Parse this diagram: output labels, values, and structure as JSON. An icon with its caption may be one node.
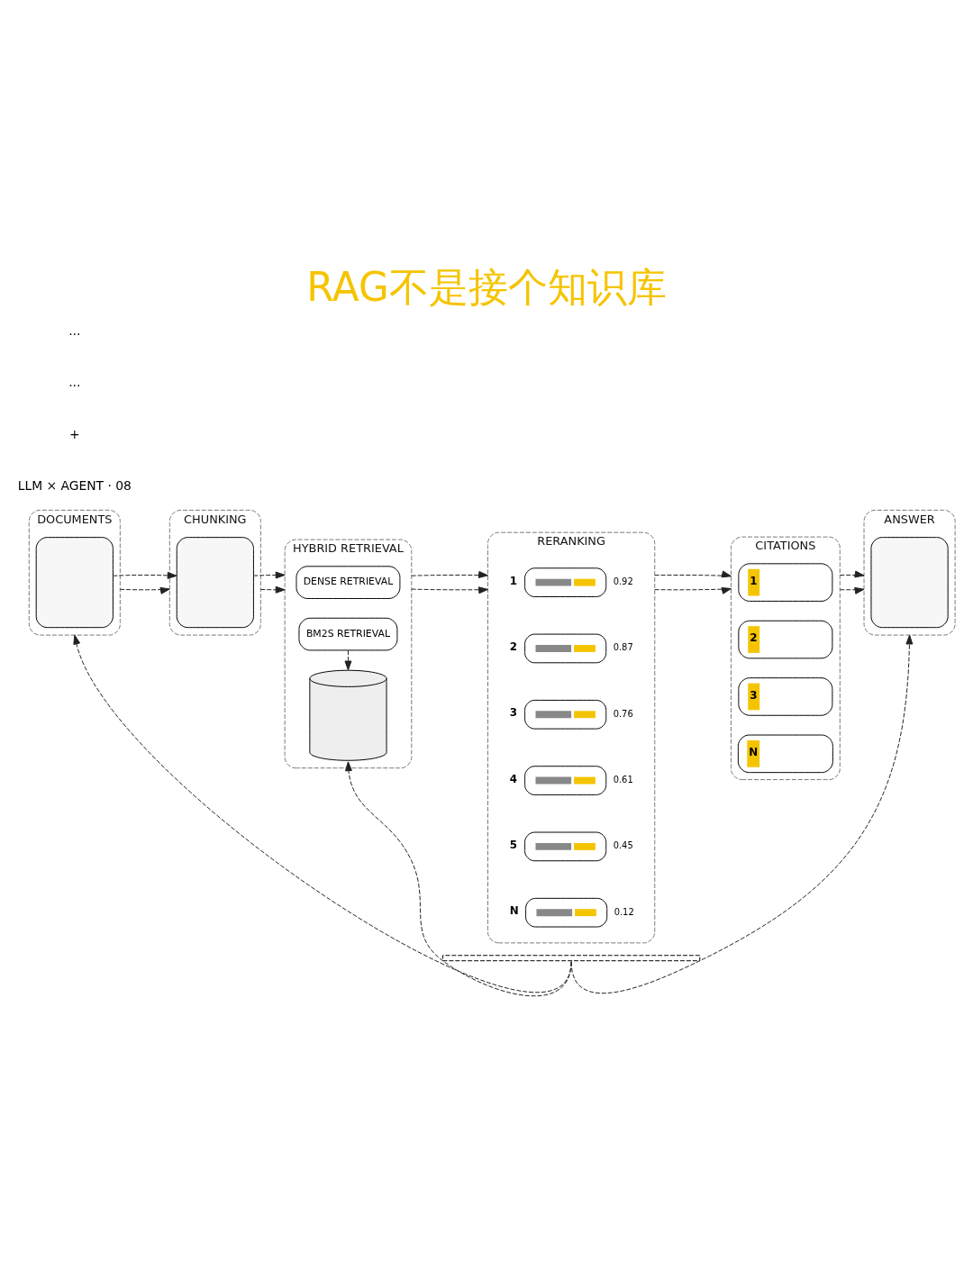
{
  "diagram": {
    "title": "RAG不是接个知识库",
    "nodes": [
      {
        "text": [
          "DOCUMENTS"
        ]
      },
      {
        "text": [],
        "shape": "box",
        "in": 0
      },
      {
        "text": [
          "CHUNKING"
        ]
      },
      {
        "text": [],
        "shape": "box",
        "in": 2
      },
      {
        "text": [
          "HYBRID RETRIEVAL"
        ]
      },
      {
        "text": [
          "DENSE RETRIEVAL"
        ],
        "in": 4
      },
      {
        "text": [
          "BM2S RETRIEVAL"
        ],
        "in": 4
      },
      {
        "text": [],
        "shape": "cylinder",
        "in": 4
      },
      {
        "text": [
          "RERANKING"
        ]
      },
      {
        "text": [],
        "shape": "box",
        "in": 8,
        "beside": [
          "1",
          "0.92"
        ]
      },
      {
        "text": [],
        "shape": "box",
        "in": 8,
        "beside": [
          "2",
          "0.87"
        ]
      },
      {
        "text": [],
        "shape": "box",
        "in": 8,
        "beside": [
          "3",
          "0.76"
        ]
      },
      {
        "text": [],
        "shape": "box",
        "in": 8,
        "beside": [
          "4",
          "0.61"
        ]
      },
      {
        "text": [],
        "shape": "box",
        "in": 8,
        "beside": [
          "5",
          "0.45"
        ]
      },
      {
        "text": [],
        "shape": "box",
        "in": 8,
        "beside": [
          "N",
          "0.12"
        ]
      },
      {
        "text": [
          "CITATIONS"
        ]
      },
      {
        "text": [
          "1"
        ],
        "in": 15
      },
      {
        "text": [
          "2"
        ],
        "in": 15
      },
      {
        "text": [
          "3"
        ],
        "in": 15
      },
      {
        "text": [
          "N"
        ],
        "in": 15
      },
      {
        "text": [
          "ANSWER"
        ]
      },
      {
        "text": [],
        "shape": "box",
        "in": 20
      },
      {
        "text": [],
        "shape": "bar"
      }
    ],
    "edges": [
      {
        "from": 0,
        "to": 2,
        "arrow": "to",
        "style": "dashed"
      },
      {
        "from": 2,
        "to": 4,
        "arrow": "to",
        "style": "dashed"
      },
      {
        "from": 4,
        "to": 8,
        "arrow": "to",
        "style": "dashed"
      },
      {
        "from": 8,
        "to": 15,
        "arrow": "to",
        "style": "dashed"
      },
      {
        "from": 15,
        "to": 20,
        "arrow": "to",
        "style": "dashed"
      },
      {
        "from": 1,
        "to": 3,
        "arrow": "to",
        "style": "dashed"
      },
      {
        "from": 3,
        "to": 4,
        "arrow": "to",
        "style": "dashed"
      },
      {
        "from": 4,
        "to": 8,
        "arrow": "to",
        "style": "dashed"
      },
      {
        "from": 8,
        "to": 15,
        "arrow": "to",
        "style": "dashed"
      },
      {
        "from": 15,
        "to": 20,
        "arrow": "to",
        "style": "dashed"
      },
      {
        "from": 6,
        "to": 7,
        "arrow": "to",
        "style": "dashed"
      },
      {
        "from": 22,
        "to": 0,
        "arrow": "to",
        "style": "dashed"
      },
      {
        "from": 22,
        "to": 7,
        "arrow": "to",
        "style": "dashed"
      },
      {
        "from": 22,
        "to": 20,
        "arrow": "to",
        "style": "dashed"
      }
    ],
    "labels": [
      "LLM × AGENT · 08",
      "+",
      "...",
      "..."
    ]
  }
}
